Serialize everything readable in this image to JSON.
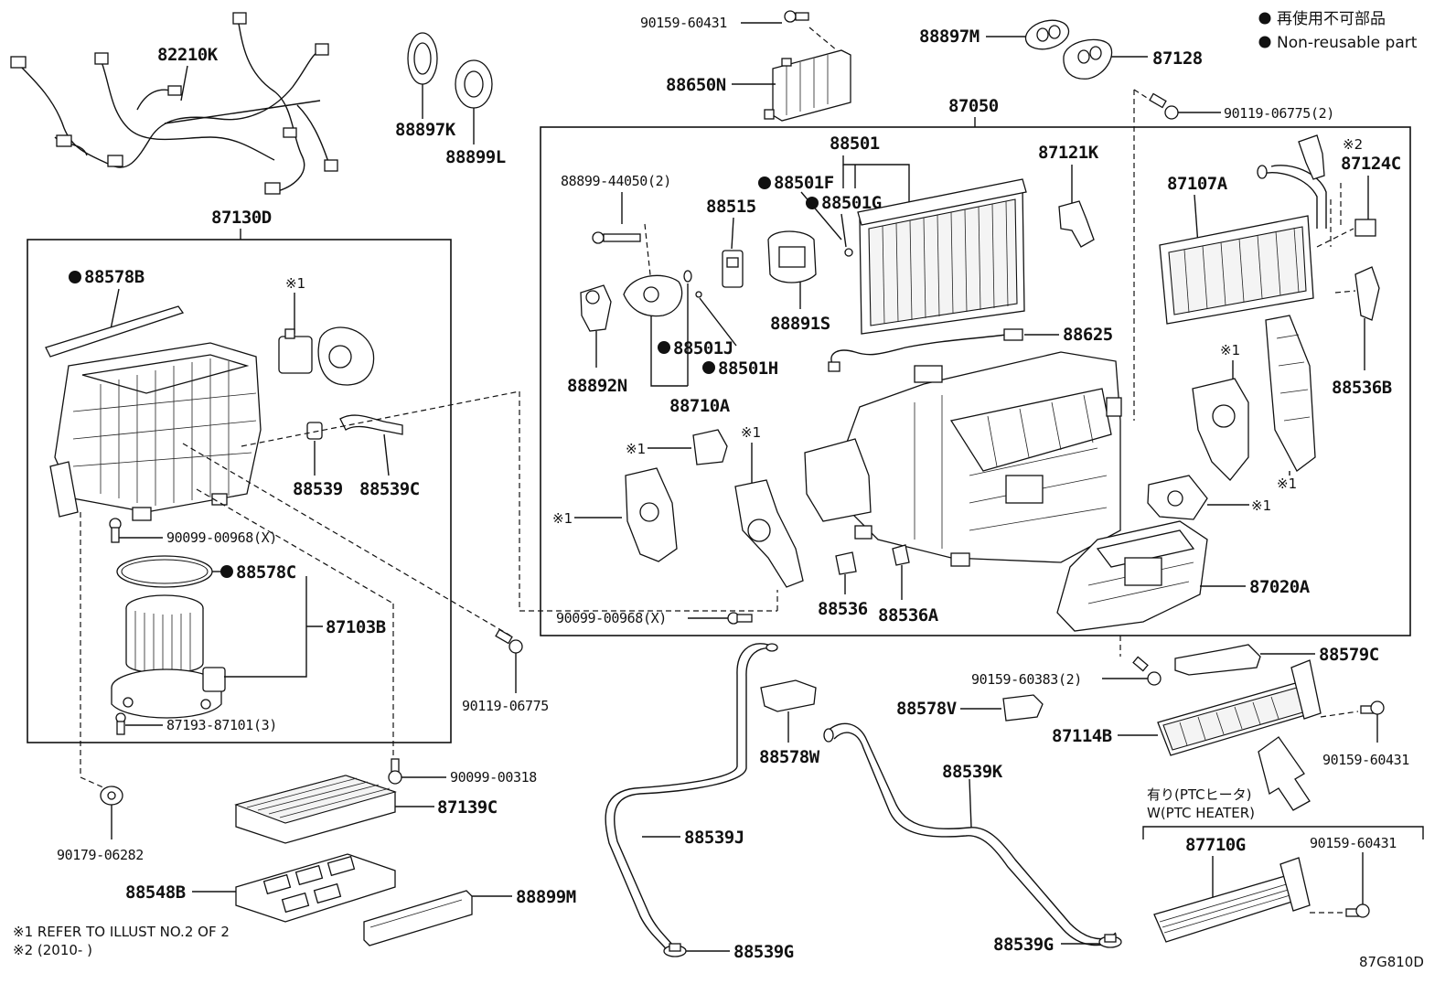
{
  "legend": {
    "non_reusable_jp": "再使用不可部品",
    "non_reusable_en": "Non-reusable part"
  },
  "notes": {
    "ref1": "※1 REFER TO ILLUST NO.2 OF 2",
    "ref2": "※2 (2010-        )"
  },
  "diagram_code": "87G810D",
  "ptc": {
    "jp": "有り(PTCヒータ)",
    "en": "W(PTC HEATER)"
  },
  "marks": {
    "ref1": "※1",
    "ref2": "※2"
  },
  "labels": {
    "p82210K": "82210K",
    "p88897K": "88897K",
    "p88899L": "88899L",
    "p90159_60431_top": "90159-60431",
    "p88650N": "88650N",
    "p88897M": "88897M",
    "p87128": "87128",
    "p90119_06775_2": "90119-06775(2)",
    "p87050": "87050",
    "p87130D": "87130D",
    "p88578B": "88578B",
    "p88539": "88539",
    "p88539C": "88539C",
    "p90099_00968X_left": "90099-00968(X)",
    "p88578C": "88578C",
    "p87103B": "87103B",
    "p87193_87101_3": "87193-87101(3)",
    "p90119_06775": "90119-06775",
    "p90179_06282": "90179-06282",
    "p90099_00318": "90099-00318",
    "p87139C": "87139C",
    "p88548B": "88548B",
    "p88899M": "88899M",
    "p88899_44050_2": "88899-44050(2)",
    "p88515": "88515",
    "p88501F": "88501F",
    "p88501G": "88501G",
    "p88501": "88501",
    "p87121K": "87121K",
    "p88891S": "88891S",
    "p88625": "88625",
    "p88892N": "88892N",
    "p88501J": "88501J",
    "p88501H": "88501H",
    "p88710A": "88710A",
    "p87107A": "87107A",
    "p87124C": "87124C",
    "p88536B": "88536B",
    "p88536": "88536",
    "p88536A": "88536A",
    "p87020A": "87020A",
    "p90099_00968X_right": "90099-00968(X)",
    "p90159_60383_2": "90159-60383(2)",
    "p88579C": "88579C",
    "p88578V": "88578V",
    "p87114B": "87114B",
    "p90159_60431_mid": "90159-60431",
    "p88578W": "88578W",
    "p88539K": "88539K",
    "p88539J": "88539J",
    "p88539G_left": "88539G",
    "p88539G_right": "88539G",
    "p87710G": "87710G",
    "p90159_60431_bot": "90159-60431"
  }
}
